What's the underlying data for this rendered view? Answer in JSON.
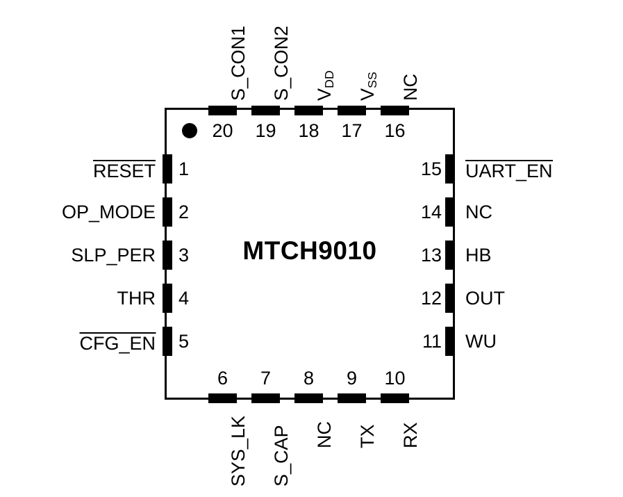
{
  "diagram": {
    "type": "ic-pinout",
    "part_number": "MTCH9010",
    "package_outline_color": "#000000",
    "pad_color": "#000000",
    "background_color": "#ffffff",
    "pin1_indicator": "dot"
  },
  "pins": {
    "top": [
      {
        "number": "20",
        "label": "S_CON1",
        "overline": false
      },
      {
        "number": "19",
        "label": "S_CON2",
        "overline": false
      },
      {
        "number": "18",
        "label": "VDD",
        "label_base": "V",
        "label_sub": "DD",
        "overline": false
      },
      {
        "number": "17",
        "label": "VSS",
        "label_base": "V",
        "label_sub": "SS",
        "overline": false
      },
      {
        "number": "16",
        "label": "NC",
        "overline": false
      }
    ],
    "left": [
      {
        "number": "1",
        "label": "RESET",
        "overline": true
      },
      {
        "number": "2",
        "label": "OP_MODE",
        "overline": false
      },
      {
        "number": "3",
        "label": "SLP_PER",
        "overline": false
      },
      {
        "number": "4",
        "label": "THR",
        "overline": false
      },
      {
        "number": "5",
        "label": "CFG_EN",
        "overline": true
      }
    ],
    "right": [
      {
        "number": "15",
        "label": "UART_EN",
        "overline": true
      },
      {
        "number": "14",
        "label": "NC",
        "overline": false
      },
      {
        "number": "13",
        "label": "HB",
        "overline": false
      },
      {
        "number": "12",
        "label": "OUT",
        "overline": false
      },
      {
        "number": "11",
        "label": "WU",
        "overline": false
      }
    ],
    "bottom": [
      {
        "number": "6",
        "label": "SYS_LK",
        "overline": false
      },
      {
        "number": "7",
        "label": "S_CAP",
        "overline": false
      },
      {
        "number": "8",
        "label": "NC",
        "overline": false
      },
      {
        "number": "9",
        "label": "TX",
        "overline": false
      },
      {
        "number": "10",
        "label": "RX",
        "overline": false
      }
    ]
  }
}
